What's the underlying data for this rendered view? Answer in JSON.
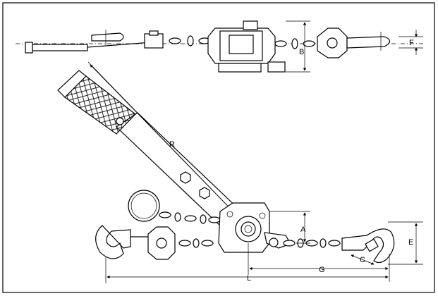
{
  "dimension_labels": {
    "A": "A",
    "B": "B",
    "C": "C",
    "E": "E",
    "F": "F",
    "G": "G",
    "L": "L",
    "R": "R"
  }
}
